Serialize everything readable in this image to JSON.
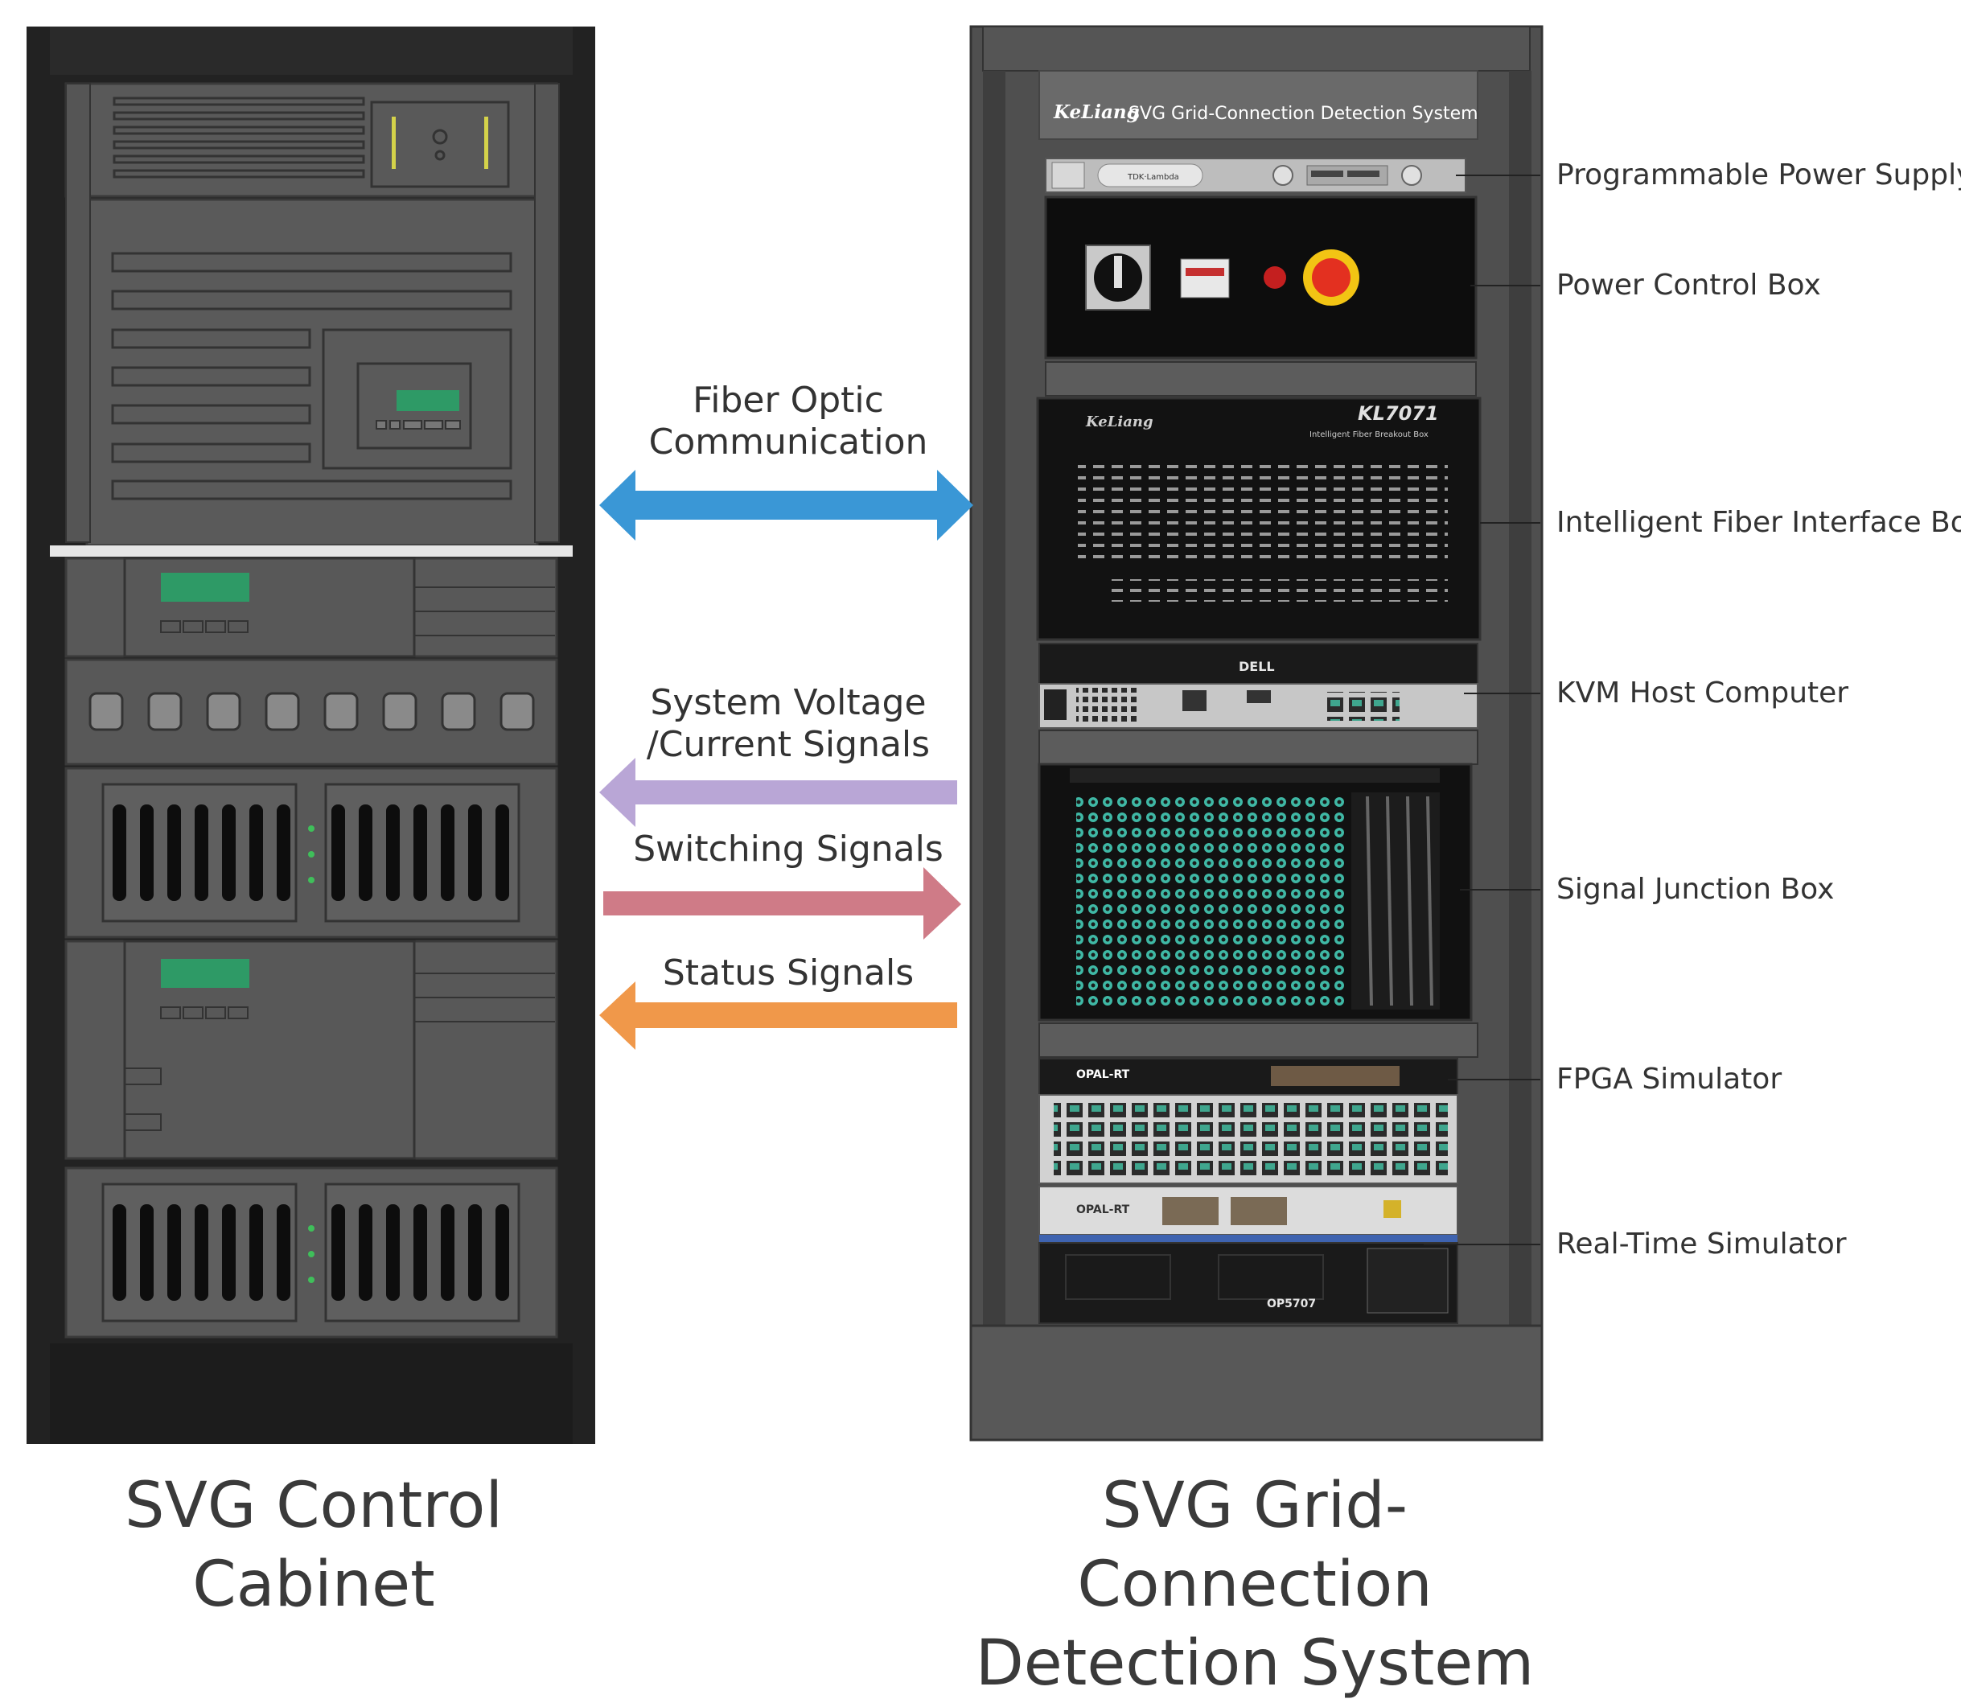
{
  "left_cabinet": {
    "title": "SVG Control Cabinet"
  },
  "right_cabinet": {
    "title_line1": "SVG Grid-Connection",
    "title_line2": "Detection System",
    "header_brand": "KeLiang",
    "header_text": "SVG Grid-Connection Detection System",
    "kl_model": "KL7071",
    "kl_subtitle": "Intelligent Fiber Breakout Box",
    "dell_brand": "DELL",
    "opal_brand_1": "OPAL-RT",
    "opal_brand_2": "OPAL-RT",
    "opal_model": "OP5707",
    "tdk_brand": "TDK·Lambda"
  },
  "components": [
    {
      "label": "Programmable Power Supply"
    },
    {
      "label": "Power Control Box"
    },
    {
      "label": "Intelligent Fiber Interface Box"
    },
    {
      "label": "KVM Host Computer"
    },
    {
      "label": "Signal Junction Box"
    },
    {
      "label": "FPGA Simulator"
    },
    {
      "label": "Real-Time Simulator"
    }
  ],
  "signals": [
    {
      "line1": "Fiber Optic",
      "line2": "Communication",
      "direction": "both",
      "color": "#3a97d6"
    },
    {
      "line1": "System Voltage",
      "line2": "/Current Signals",
      "direction": "left",
      "color": "#b9a6d6"
    },
    {
      "line1": "Switching Signals",
      "line2": "",
      "direction": "right",
      "color": "#cf7b87"
    },
    {
      "line1": "Status Signals",
      "line2": "",
      "direction": "left",
      "color": "#f0984a"
    }
  ],
  "colors": {
    "cabinet_dark": "#222222",
    "panel_gray": "#585858",
    "rack_gray": "#4d4d4d",
    "display_green": "#2e9a66"
  }
}
